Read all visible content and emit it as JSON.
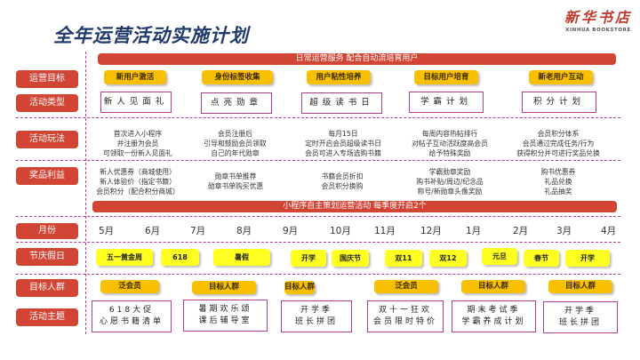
{
  "header": {
    "title": "全年运营活动实施计划",
    "logo_cn": "新华书店",
    "logo_en": "XINHUA BOOKSTORE"
  },
  "bands": {
    "daily": "日常运营服务   配合自动流培育用户",
    "mini": "小程序自主策划运营活动    每季度开启2个"
  },
  "row_labels": {
    "goal": "运营目标",
    "type": "活动类型",
    "play": "活动玩法",
    "reward": "奖品利益",
    "month": "月份",
    "festival": "节庆假日",
    "audience": "目标人群",
    "theme": "活动主题"
  },
  "activities": [
    {
      "goal": "新用户激活",
      "type": "新人见面礼",
      "play": [
        "首次进入小程序",
        "并注册为会员",
        "可领取一份新人见面礼"
      ],
      "reward": [
        "新人优惠券（商城使用）",
        "新人体验价（指定书籍）",
        "会员积分（配合积分商城）"
      ]
    },
    {
      "goal": "身份标签收集",
      "type": "点亮勋章",
      "play": [
        "会员注册后",
        "引导和鼓励会员领取",
        "自己的年代勋章"
      ],
      "reward": [
        "勋章书单推荐",
        "勋章书单购买优惠"
      ]
    },
    {
      "goal": "用户粘性培养",
      "type": "超级读书日",
      "play": [
        "每月15日",
        "定时开启会员超级读书日",
        "会员可进入专场选购书籍"
      ],
      "reward": [
        "书籍会员折扣",
        "会员积分换购"
      ]
    },
    {
      "goal": "目标用户培育",
      "type": "学霸计划",
      "play": [
        "每周内容热帖排行",
        "对帖子互动活跃度高会员",
        "给予特殊奖励"
      ],
      "reward": [
        "学霸勋章奖励",
        "购书补贴/周边/纪念品",
        "称号/新勋章头像奖励"
      ]
    },
    {
      "goal": "新老用户互动",
      "type": "积分计划",
      "play": [
        "会员积分体系",
        "会员通过完成任务/行为",
        "获得积分并可进行奖品兑换"
      ],
      "reward": [
        "购书优惠券",
        "礼品兑换",
        "礼品抽奖"
      ]
    }
  ],
  "months": [
    "5月",
    "6月",
    "7月",
    "8月",
    "9月",
    "10月",
    "11月",
    "12月",
    "1月",
    "2月",
    "3月",
    "4月"
  ],
  "festivals": [
    "五一黄金周",
    "618",
    "暑假",
    "开学",
    "国庆节",
    "双11",
    "双12",
    "元旦",
    "春节",
    "开学"
  ],
  "campaigns": [
    {
      "audience": "泛会员",
      "theme": [
        "618大促",
        "心愿书籍清单"
      ]
    },
    {
      "audience": "目标人群",
      "theme": [
        "暑期欢乐颂",
        "课后辅导室"
      ]
    },
    {
      "audience": "目标人群",
      "theme": [
        "开学季",
        "班长拼团"
      ]
    },
    {
      "audience": "泛会员",
      "theme": [
        "双十一狂欢",
        "会员限时特价"
      ]
    },
    {
      "audience": "目标人群",
      "theme": [
        "期末考试季",
        "学霸养成计划"
      ]
    },
    {
      "audience": "目标人群",
      "theme": [
        "开学季",
        "班长拼团"
      ]
    }
  ],
  "colors": {
    "title": "#1f3a6b",
    "label_red": "#d24434",
    "goal_amber": "#f8c000",
    "festival_yellow": "#ffff22",
    "divider_magenta": "#b43a8c"
  }
}
